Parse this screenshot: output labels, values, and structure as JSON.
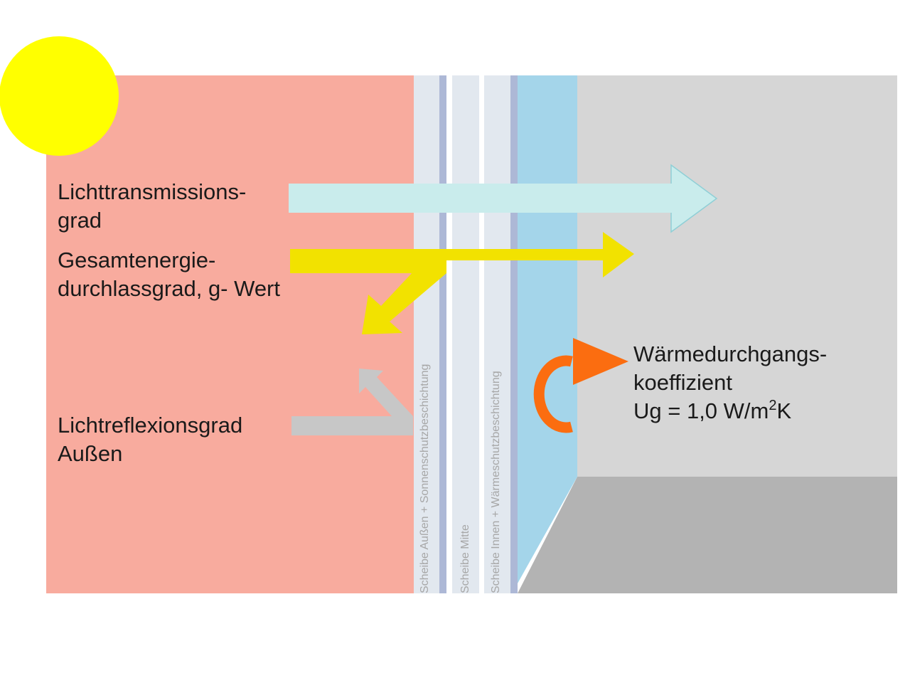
{
  "labels": {
    "light_transmission_line1": "Lichttransmissions-",
    "light_transmission_line2": "grad",
    "total_energy_line1": "Gesamtenergie-",
    "total_energy_line2": "durchlassgrad, g- Wert",
    "light_reflection_line1": "Lichtreflexionsgrad",
    "light_reflection_line2": "Außen",
    "heat_transfer_line1": "Wärmedurchgangs-",
    "heat_transfer_line2": "koeffizient",
    "ug_prefix": "Ug = 1,0 W/m",
    "ug_exponent": "2",
    "ug_suffix": "K"
  },
  "panes": {
    "outer": "Scheibe Außen + Sonnenschutzbeschichtung",
    "middle": "Scheibe Mitte",
    "inner": "Scheibe Innen + Wärmeschutzbeschichtung"
  },
  "colors": {
    "outside": "#f8ab9e",
    "glass": "#e2e8ef",
    "coating": "#adb8d6",
    "cavity_blue": "#a4d5ea",
    "room_wall": "#d6d6d6",
    "room_floor": "#b3b3b3",
    "sun": "#ffff00",
    "light_arrow": "#c9ecec",
    "energy_arrow": "#f2e200",
    "reflection_arrow": "#c7c7c7",
    "heat_arrow": "#fb6d10"
  }
}
